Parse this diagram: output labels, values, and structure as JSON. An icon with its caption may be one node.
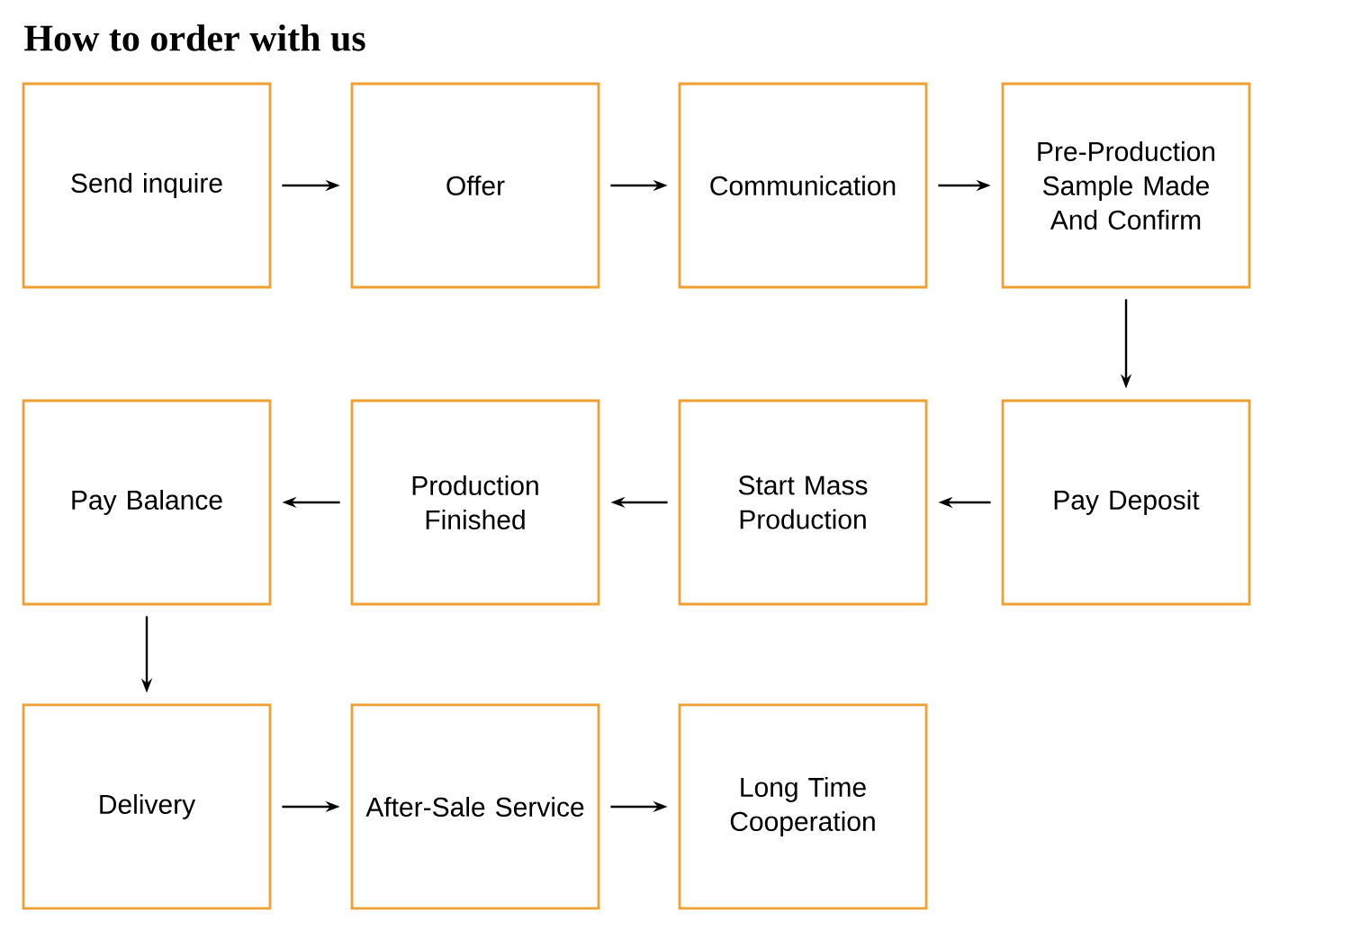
{
  "diagram": {
    "title": "How to order with us",
    "nodes": [
      {
        "text": [
          "Send inquire"
        ]
      },
      {
        "text": [
          "Offer"
        ]
      },
      {
        "text": [
          "Communication"
        ]
      },
      {
        "text": [
          "Pre-Production Sample Made And Confirm"
        ]
      },
      {
        "text": [
          "Pay Balance"
        ]
      },
      {
        "text": [
          "Production Finished"
        ]
      },
      {
        "text": [
          "Start Mass Production"
        ]
      },
      {
        "text": [
          "Pay Deposit"
        ]
      },
      {
        "text": [
          "Delivery"
        ]
      },
      {
        "text": [
          "After-Sale Service"
        ]
      },
      {
        "text": [
          "Long Time Cooperation"
        ]
      }
    ],
    "edges": [
      {
        "from": 0,
        "to": 1,
        "arrow": "to"
      },
      {
        "from": 1,
        "to": 2,
        "arrow": "to"
      },
      {
        "from": 2,
        "to": 3,
        "arrow": "to"
      },
      {
        "from": 3,
        "to": 7,
        "arrow": "to"
      },
      {
        "from": 7,
        "to": 6,
        "arrow": "to"
      },
      {
        "from": 6,
        "to": 5,
        "arrow": "to"
      },
      {
        "from": 5,
        "to": 4,
        "arrow": "to"
      },
      {
        "from": 4,
        "to": 8,
        "arrow": "to"
      },
      {
        "from": 8,
        "to": 9,
        "arrow": "to"
      },
      {
        "from": 9,
        "to": 10,
        "arrow": "to"
      }
    ]
  }
}
